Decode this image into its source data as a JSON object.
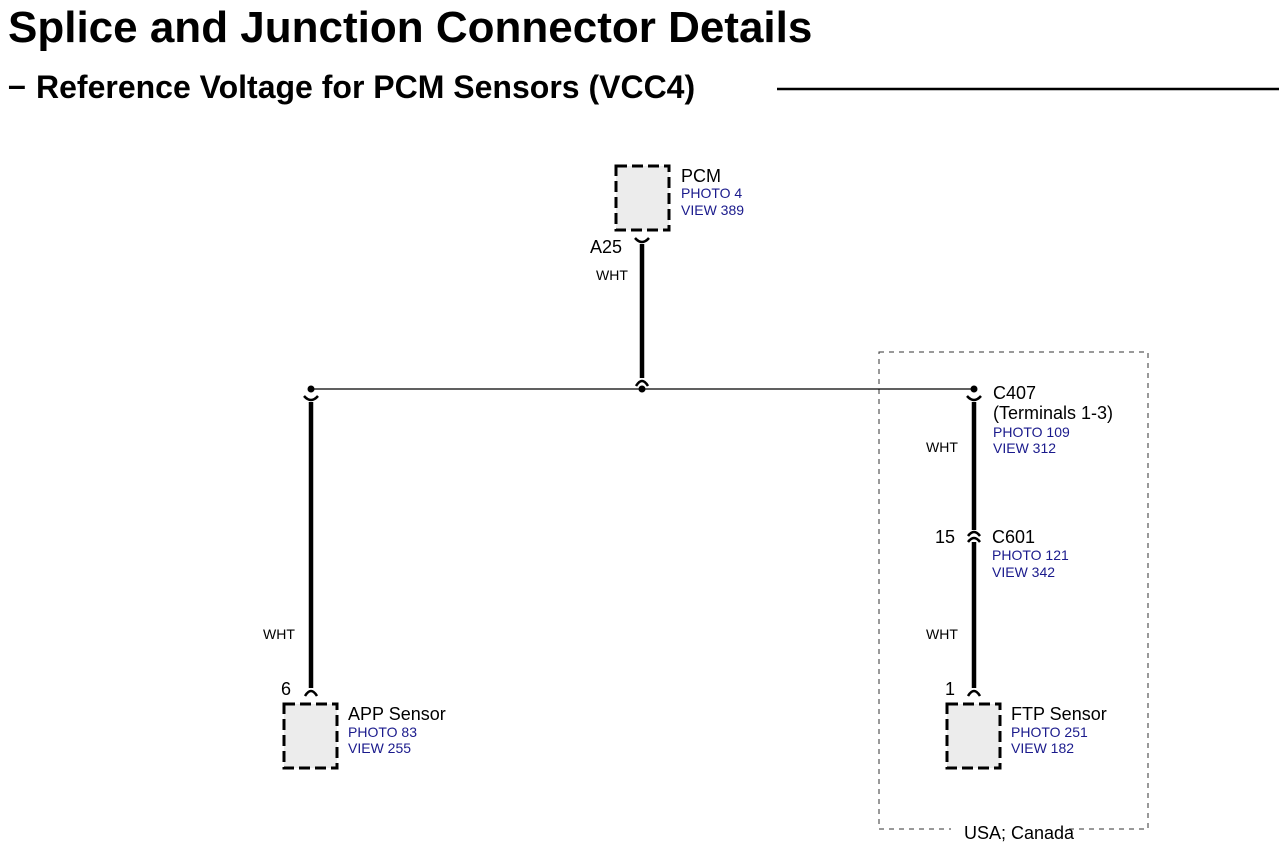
{
  "title": "Splice and Junction Connector Details",
  "subtitle": "Reference Voltage for PCM Sensors (VCC4)",
  "components": {
    "pcm": {
      "name": "PCM",
      "photo": "PHOTO 4",
      "view": "VIEW 389",
      "pin": "A25"
    },
    "app": {
      "name": "APP Sensor",
      "photo": "PHOTO 83",
      "view": "VIEW 255",
      "pin": "6"
    },
    "ftp": {
      "name": "FTP Sensor",
      "photo": "PHOTO 251",
      "view": "VIEW 182",
      "pin": "1"
    }
  },
  "connectors": {
    "c407": {
      "name": "C407",
      "note": "(Terminals 1-3)",
      "photo": "PHOTO 109",
      "view": "VIEW 312"
    },
    "c601": {
      "name": "C601",
      "photo": "PHOTO 121",
      "view": "VIEW 342",
      "pin": "15"
    }
  },
  "wires": {
    "pcm": "WHT",
    "app": "WHT",
    "c407_c601": "WHT",
    "c601_ftp": "WHT"
  },
  "region_label": "USA; Canada"
}
